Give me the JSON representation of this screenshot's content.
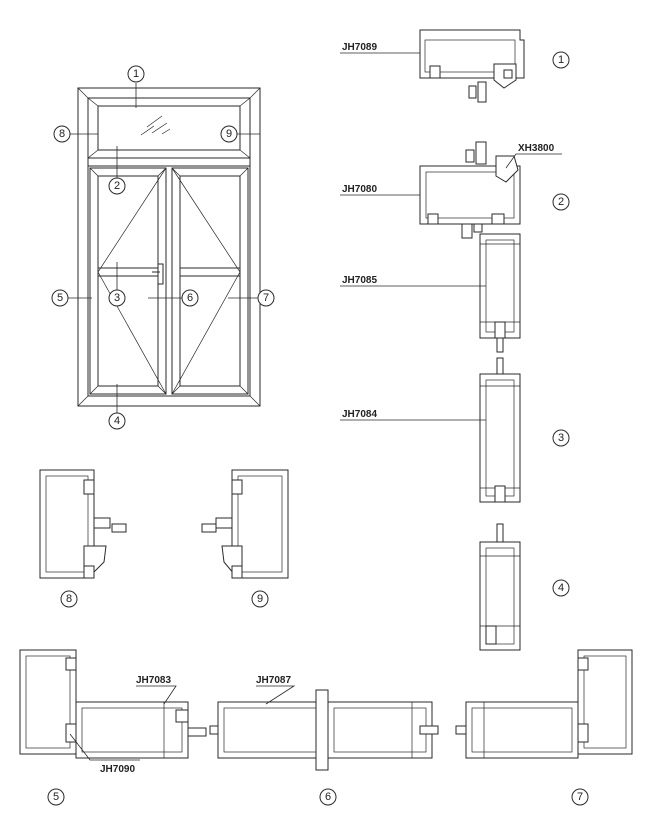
{
  "markers": {
    "door_1": "1",
    "door_2": "2",
    "door_3": "3",
    "door_4": "4",
    "door_5": "5",
    "door_6": "6",
    "door_7": "7",
    "door_8": "8",
    "door_9": "9",
    "sec_1": "1",
    "sec_2": "2",
    "sec_3": "3",
    "sec_4": "4",
    "sec_5": "5",
    "sec_6": "6",
    "sec_7": "7",
    "sec_8": "8",
    "sec_9": "9"
  },
  "profile_codes": {
    "jh7089": "JH7089",
    "xh3800": "XH3800",
    "jh7080": "JH7080",
    "jh7085": "JH7085",
    "jh7084": "JH7084",
    "jh7083": "JH7083",
    "jh7087": "JH7087",
    "jh7090": "JH7090"
  },
  "colors": {
    "line": "#2a2a2a",
    "background": "#ffffff"
  }
}
